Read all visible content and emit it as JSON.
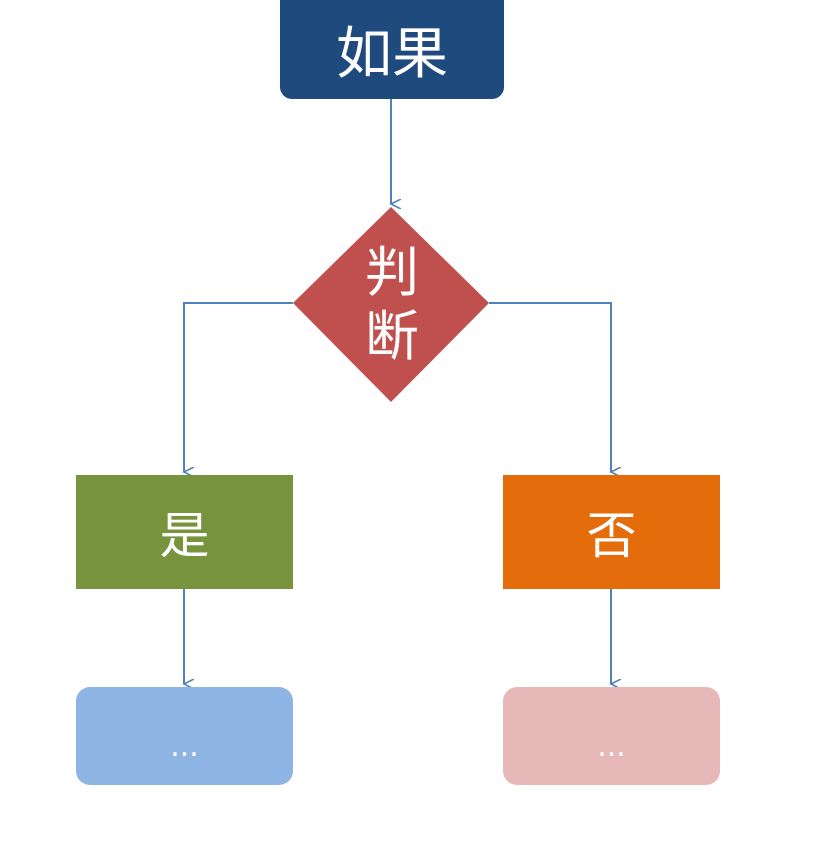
{
  "diagram": {
    "start": {
      "label": "如果",
      "color": "#1f4a7d"
    },
    "decision": {
      "label_line1": "判",
      "label_line2": "断",
      "color": "#c0504d"
    },
    "yes_branch": {
      "label": "是",
      "color": "#77933c"
    },
    "no_branch": {
      "label": "否",
      "color": "#e46c0a"
    },
    "yes_next": {
      "label": "...",
      "color": "#8eb4e3"
    },
    "no_next": {
      "label": "...",
      "color": "#e6b9b8"
    },
    "connector_color": "#4f81bd"
  }
}
